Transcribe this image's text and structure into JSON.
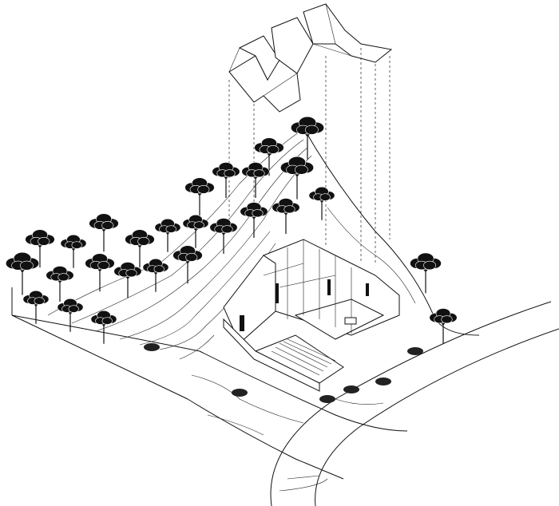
{
  "drawing": {
    "type": "axonometric-site-drawing",
    "colors": {
      "ink": "#111111",
      "paper": "#ffffff"
    },
    "elements": [
      "folded-roof-exploded",
      "projection-lines",
      "hillside-terrain",
      "contour-lines",
      "trees",
      "house",
      "courtyard",
      "road"
    ]
  }
}
